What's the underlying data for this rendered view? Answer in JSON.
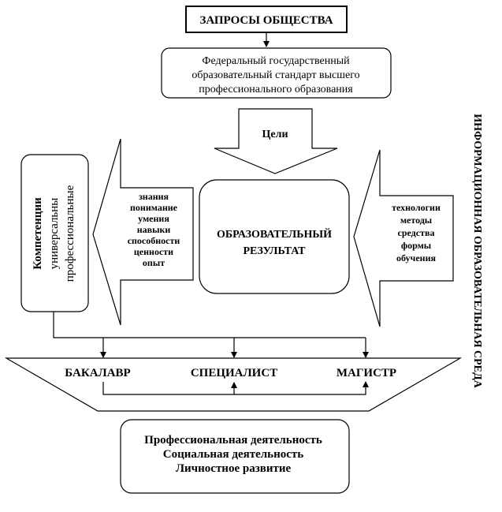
{
  "title_box": "ЗАПРОСЫ ОБЩЕСТВА",
  "standard_box": {
    "lines": [
      "Федеральный государственный",
      "образовательный стандарт высшего",
      "профессионального образования"
    ]
  },
  "goals_arrow_label": "Цели",
  "center_box": {
    "lines": [
      "ОБРАЗОВАТЕЛЬНЫЙ",
      "РЕЗУЛЬТАТ"
    ]
  },
  "left_arrow_items": [
    "знания",
    "понимание",
    "умения",
    "навыки",
    "способности",
    "ценности",
    "опыт"
  ],
  "right_arrow_items": [
    "технологии",
    "методы",
    "средства",
    "формы",
    "обучения"
  ],
  "competencies_box": {
    "title": "Компетенции",
    "items": [
      "универсальны",
      "профессиональные"
    ]
  },
  "side_label": "ИНФОРМАЦИОННАЯ ОБРАЗОВАТЕЛЬНАЯ СРЕДА",
  "levels": [
    "БАКАЛАВР",
    "СПЕЦИАЛИСТ",
    "МАГИСТР"
  ],
  "outcomes_box": {
    "lines": [
      "Профессиональная деятельность",
      "Социальная деятельность",
      "Личностное развитие"
    ]
  }
}
